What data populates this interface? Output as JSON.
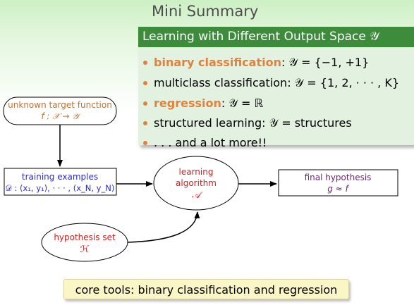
{
  "slide": {
    "title": "Mini Summary",
    "box_title": "Learning with Different Output Space 𝒴",
    "items": [
      {
        "label": "binary classification",
        "rest": ": 𝒴 = {−1, +1}",
        "highlight": true
      },
      {
        "label": "multiclass classification",
        "rest": ": 𝒴 = {1, 2, · · · , K}",
        "highlight": false
      },
      {
        "label": "regression",
        "rest": ": 𝒴 = ℝ",
        "highlight": true
      },
      {
        "label": "structured learning",
        "rest": ": 𝒴 = structures",
        "highlight": false
      },
      {
        "label": ". . . and a lot more!!",
        "rest": "",
        "highlight": false
      }
    ],
    "footer": "core tools: binary classification and regression"
  },
  "diagram": {
    "target": {
      "line1": "unknown target function",
      "line2": "f : 𝒳 → 𝒴"
    },
    "training": {
      "line1": "training examples",
      "line2": "𝒟 : (x₁, y₁), · · · , (x_N, y_N)"
    },
    "algorithm": {
      "line1": "learning",
      "line2": "algorithm",
      "line3": "𝒜"
    },
    "hypothesis_set": {
      "line1": "hypothesis set",
      "line2": "ℋ"
    },
    "final": {
      "line1": "final hypothesis",
      "line2": "g ≈ f"
    }
  },
  "colors": {
    "accent_orange": "#e0823c",
    "header_green": "#3c8c3c",
    "box_body": "#e3f1e0",
    "target_text": "#b8733a",
    "training_text": "#2c2cd0",
    "algorithm_text": "#d02020",
    "final_text": "#7a2080"
  }
}
